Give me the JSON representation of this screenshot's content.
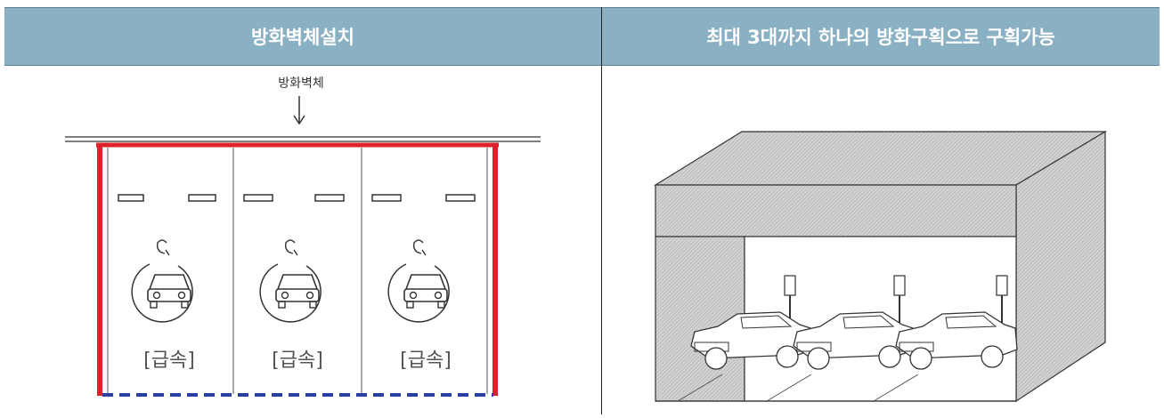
{
  "headers": {
    "left": "방화벽체설치",
    "right": "최대 3대까지 하나의 방화구획으로 구획가능"
  },
  "left_diagram": {
    "wall_label": "방화벽체",
    "slots": [
      {
        "label": "[급속]"
      },
      {
        "label": "[급속]"
      },
      {
        "label": "[급속]"
      }
    ]
  },
  "colors": {
    "header_bg": "#8ab0c4",
    "fire_wall": "#e0202a",
    "dashed_edge": "#2a3fa0"
  }
}
